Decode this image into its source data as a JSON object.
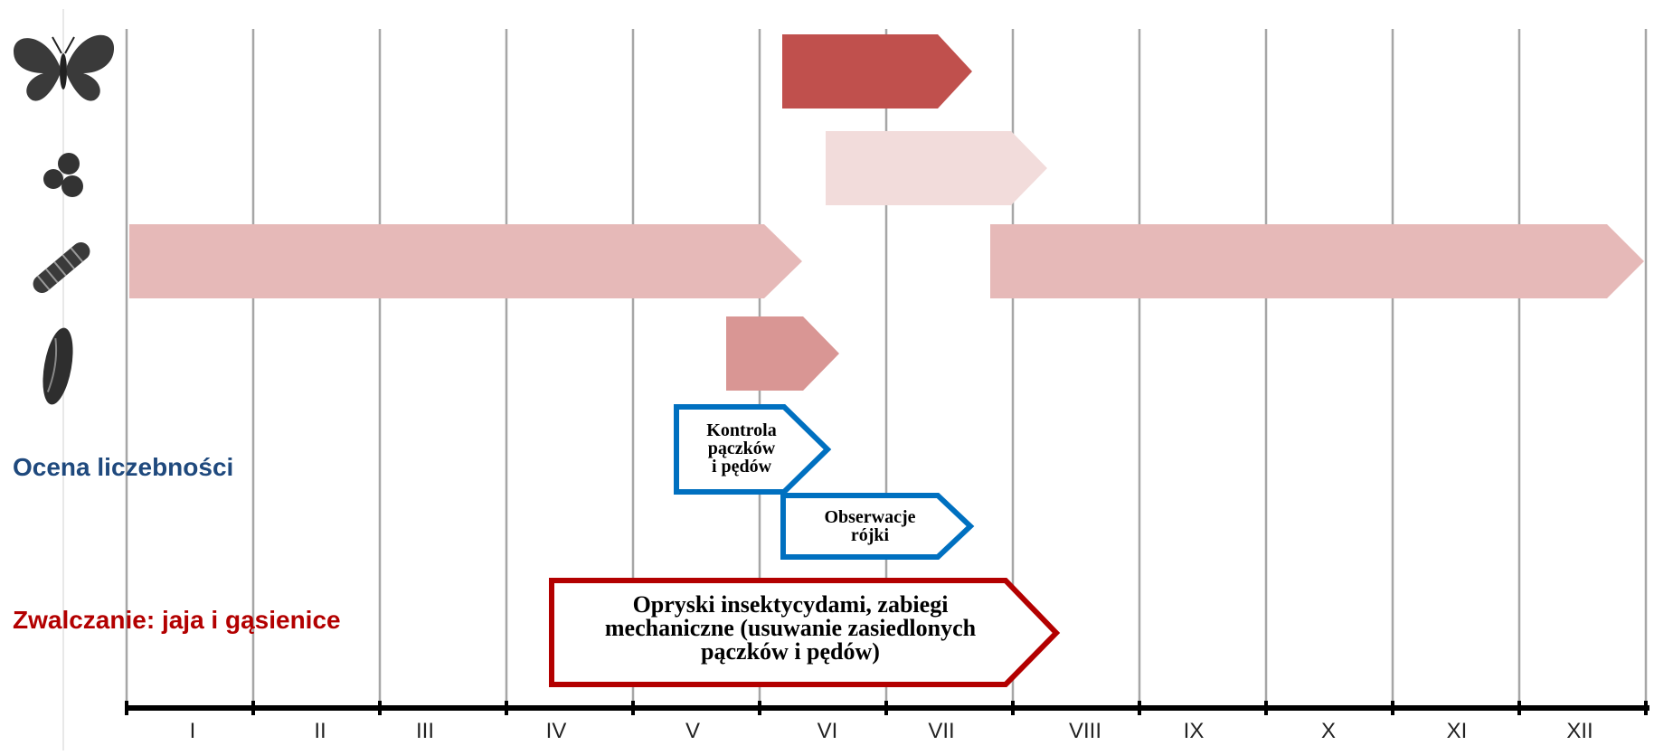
{
  "months": [
    "I",
    "II",
    "III",
    "IV",
    "V",
    "VI",
    "VII",
    "VIII",
    "IX",
    "X",
    "XI",
    "XII"
  ],
  "stage_icons": [
    {
      "name": "butterfly-icon",
      "stage": "moth"
    },
    {
      "name": "eggs-icon",
      "stage": "eggs"
    },
    {
      "name": "caterpillar-icon",
      "stage": "caterpillar"
    },
    {
      "name": "pupa-icon",
      "stage": "pupa"
    }
  ],
  "labels": {
    "assessment": "Ocena liczebności",
    "control": "Zwalczanie: jaja  i gąsienice"
  },
  "boxes": {
    "buds_line1": "Kontrola",
    "buds_line2": "pączków",
    "buds_line3": "i  pędów",
    "swarm_line1": "Obserwacje",
    "swarm_line2": "rójki",
    "spray_line1": "Opryski insektycydami,  zabiegi",
    "spray_line2": "mechaniczne (usuwanie zasiedlonych",
    "spray_line3": "pączków i pędów)"
  },
  "colors": {
    "moth": "#C0504D",
    "eggs": "#F2DCDB",
    "caterpillar": "#E6B9B8",
    "pupa": "#D99694",
    "assessment_text": "#1F497D",
    "assessment_border": "#0070C0",
    "control_text": "#B30000",
    "control_border": "#B30000"
  }
}
